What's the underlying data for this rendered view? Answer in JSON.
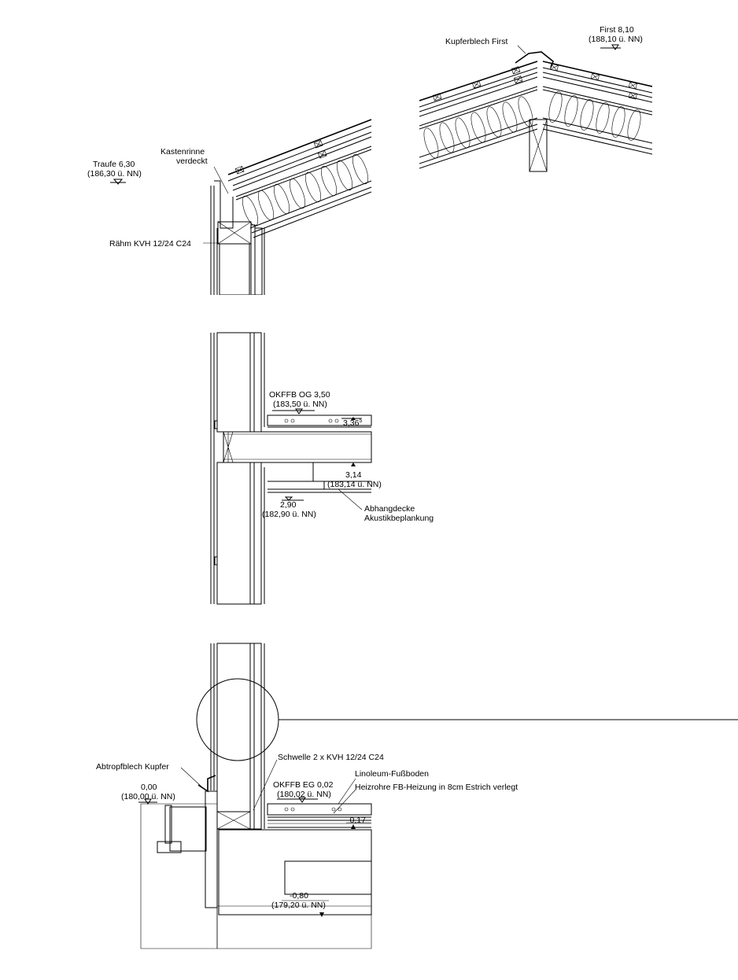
{
  "labels": {
    "first_title": "Kupferblech First",
    "first_level": "First 8,10",
    "first_nn": "(188,10 ü. NN)",
    "traufe_level": "Traufe 6,30",
    "traufe_nn": "(186,30 ü. NN)",
    "kastenrinne_1": "Kastenrinne",
    "kastenrinne_2": "verdeckt",
    "raehm": "Rähm KVH 12/24 C24",
    "okffb_og": "OKFFB OG 3,50",
    "okffb_og_nn": "(183,50 ü. NN)",
    "level_336": "3,36",
    "level_336_sup": "5",
    "level_314": "3,14",
    "level_314_nn": "(183,14 ü. NN)",
    "level_290": "2,90",
    "level_290_nn": "(182,90 ü. NN)",
    "abhangdecke_1": "Abhangdecke",
    "abhangdecke_2": "Akustikbeplankung",
    "schwelle": "Schwelle 2 x KVH 12/24 C24",
    "abtropfblech": "Abtropfblech Kupfer",
    "level_000": "0,00",
    "level_000_nn": "(180,00 ü. NN)",
    "linoleum": "Linoleum-Fußboden",
    "okffb_eg": "OKFFB EG 0,02",
    "okffb_eg_nn": "(180,02 ü. NN)",
    "heizrohre": "Heizrohre FB-Heizung in 8cm Estrich verlegt",
    "level_017": "-0,17",
    "level_080": "-0,80",
    "level_080_nn": "(179,20 ü. NN)"
  }
}
